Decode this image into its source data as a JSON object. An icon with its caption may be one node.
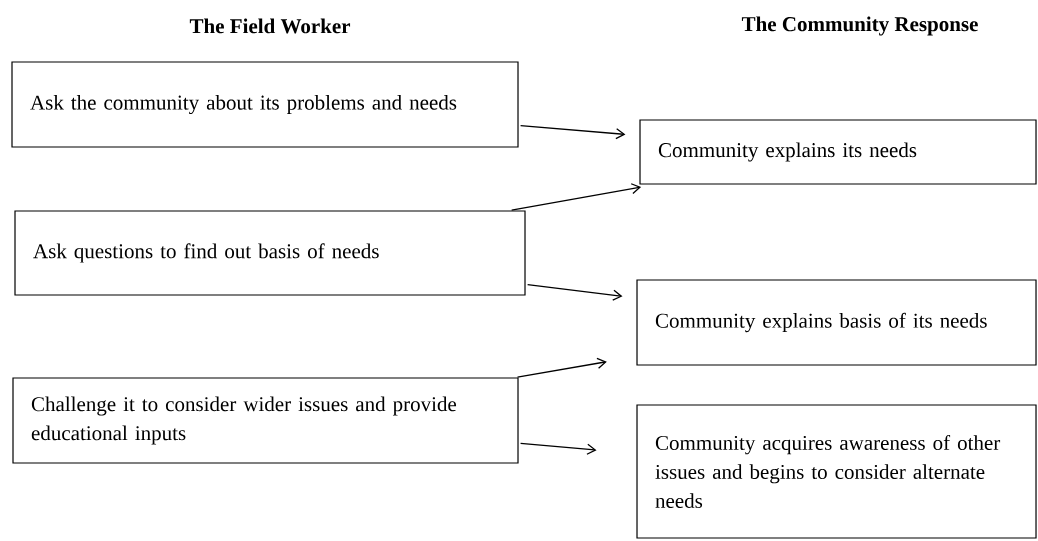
{
  "diagram": {
    "nodes": [
      {
        "text": [
          "Ask the community about its problems and needs"
        ]
      },
      {
        "text": [
          "Ask questions to find out basis of needs"
        ]
      },
      {
        "text": [
          "Challenge it to consider wider issues and provide educational inputs"
        ]
      },
      {
        "text": [
          "Community explains its needs"
        ]
      },
      {
        "text": [
          "Community explains basis of its needs"
        ]
      },
      {
        "text": [
          "Community acquires awareness of other issues and begins to consider alternate needs"
        ]
      }
    ],
    "edges": [
      {
        "from": 0,
        "to": 3,
        "arrow": "to"
      },
      {
        "from": 1,
        "to": 3,
        "arrow": "to"
      },
      {
        "from": 1,
        "to": 4,
        "arrow": "to"
      },
      {
        "from": 2,
        "to": 4,
        "arrow": "to"
      },
      {
        "from": 2,
        "to": 5,
        "arrow": "to"
      }
    ],
    "labels": [
      "The Field Worker",
      "The Community Response"
    ]
  }
}
